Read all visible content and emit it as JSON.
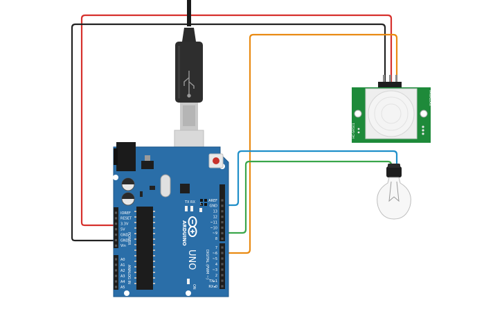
{
  "colors": {
    "board": "#2a6ea8",
    "board_edge": "#1d5789",
    "wire_red": "#d6302c",
    "wire_black": "#222222",
    "wire_orange": "#e98a12",
    "wire_blue": "#1f8fc9",
    "wire_green": "#3aa64a",
    "pir_board": "#1e8a3a",
    "header": "#222222"
  },
  "board": {
    "brand": "ARDUINO",
    "model": "UNO",
    "on_label": "ON",
    "tx_label": "TX",
    "rx_label": "RX",
    "l_label": "L",
    "power_label": "POWER",
    "analog_label": "ANALOG IN",
    "digital_label": "DIGITAL (PWM ~)",
    "power_pins": [
      "IOREF",
      "RESET",
      "3.3V",
      "5V",
      "GND",
      "GND",
      "Vin"
    ],
    "analog_pins": [
      "A0",
      "A1",
      "A2",
      "A3",
      "A4",
      "A5"
    ],
    "top_header_pins": [
      "AREF",
      "GND",
      "13",
      "12",
      "~11",
      "~10",
      "~9",
      "8"
    ],
    "bottom_header_pins": [
      "7",
      "~6",
      "~5",
      "4",
      "~3",
      "2",
      "TX▸1",
      "RX◂0"
    ]
  },
  "pir": {
    "left_text": "HC-SR501",
    "right_text": "PARALLAX"
  }
}
